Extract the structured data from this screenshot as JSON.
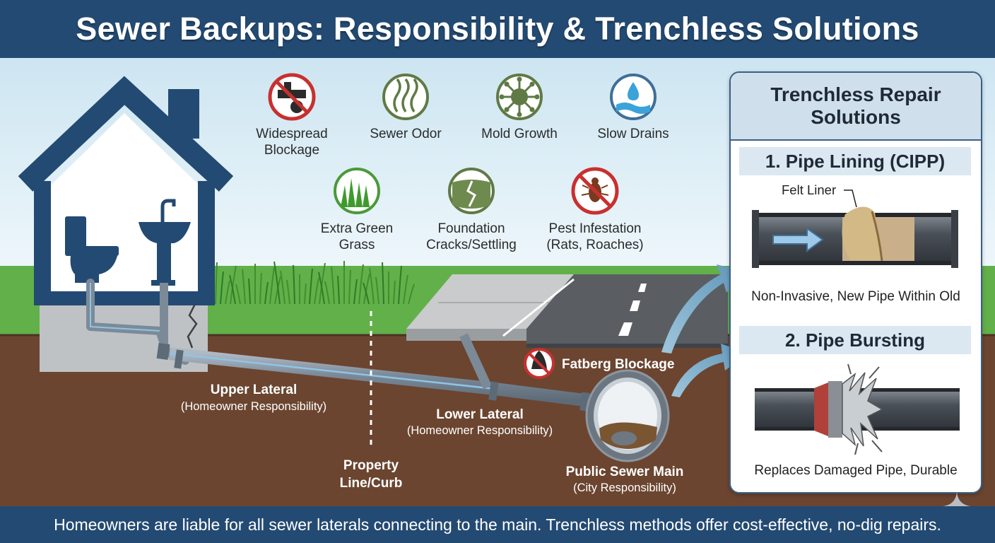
{
  "header": {
    "title": "Sewer Backups: Responsibility & Trenchless Solutions"
  },
  "symptoms": [
    {
      "icon": "no-blockage-icon",
      "label": "Widespread Blockage",
      "lines": [
        "Widespread",
        "Blockage"
      ]
    },
    {
      "icon": "odor-icon",
      "label": "Sewer Odor",
      "lines": [
        "Sewer Odor"
      ]
    },
    {
      "icon": "mold-icon",
      "label": "Mold Growth",
      "lines": [
        "Mold Growth"
      ]
    },
    {
      "icon": "water-drop-icon",
      "label": "Slow Drains",
      "lines": [
        "Slow Drains"
      ]
    },
    {
      "icon": "grass-icon",
      "label": "Extra Green Grass",
      "lines": [
        "Extra Green",
        "Grass"
      ]
    },
    {
      "icon": "crack-icon",
      "label": "Foundation Cracks/Settling",
      "lines": [
        "Foundation",
        "Cracks/Settling"
      ]
    },
    {
      "icon": "no-pest-icon",
      "label": "Pest Infestation (Rats, Roaches)",
      "lines": [
        "Pest Infestation",
        "(Rats, Roaches)"
      ]
    }
  ],
  "diagram": {
    "upper_lateral": {
      "title": "Upper Lateral",
      "note": "(Homeowner Responsibility)"
    },
    "lower_lateral": {
      "title": "Lower Lateral",
      "note": "(Homeowner Responsibility)"
    },
    "property_line": {
      "lines": [
        "Property",
        "Line/Curb"
      ]
    },
    "public_main": {
      "title": "Public Sewer Main",
      "note": "(City Responsibility)"
    },
    "fatberg": {
      "label": "Fatberg Blockage",
      "icon": "no-grease-icon"
    }
  },
  "panel": {
    "title": "Trenchless Repair Solutions",
    "title_lines": [
      "Trenchless Repair",
      "Solutions"
    ],
    "methods": [
      {
        "title": "1. Pipe Lining (CIPP)",
        "callout": "Felt Liner",
        "caption": "Non-Invasive, New Pipe Within Old"
      },
      {
        "title": "2. Pipe Bursting",
        "caption": "Replaces Damaged Pipe, Durable"
      }
    ]
  },
  "footer": {
    "text": "Homeowners are liable for all sewer laterals connecting to the main. Trenchless methods offer cost-effective, no-dig repairs."
  },
  "colors": {
    "navy": "#234a72",
    "sky": "#d8ecf5",
    "grass": "#5fae45",
    "soil": "#6b4530",
    "road": "#5a5e63",
    "prohibit_red": "#c8302f",
    "icon_green": "#5f7a45"
  }
}
